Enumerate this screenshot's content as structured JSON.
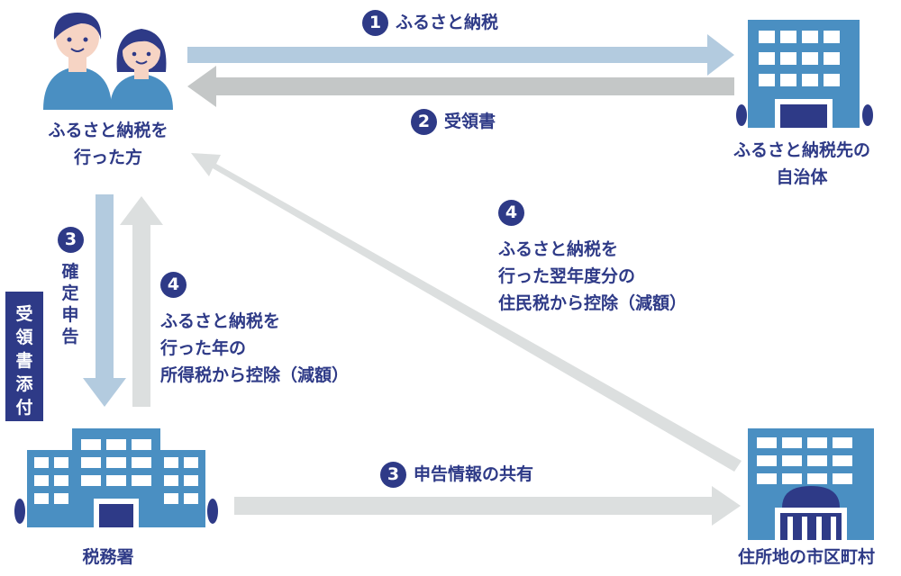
{
  "actors": {
    "donor": {
      "line1": "ふるさと納税を",
      "line2": "行った方"
    },
    "destination": {
      "line1": "ふるさと納税先の",
      "line2": "自治体"
    },
    "tax_office": {
      "label": "税務署"
    },
    "residence": {
      "label": "住所地の市区町村"
    }
  },
  "flows": {
    "f1": {
      "num": "1",
      "label": "ふるさと納税"
    },
    "f2": {
      "num": "2",
      "label": "受領書"
    },
    "f3a": {
      "num": "3",
      "label": "確定申告"
    },
    "f3b": {
      "num": "3",
      "label": "申告情報の共有"
    },
    "f4a": {
      "num": "4",
      "line1": "ふるさと納税を",
      "line2": "行った年の",
      "line3": "所得税から控除（減額）"
    },
    "f4b": {
      "num": "4",
      "line1": "ふるさと納税を",
      "line2": "行った翌年度分の",
      "line3": "住民税から控除（減額）"
    }
  },
  "attachment_tag": {
    "label": "受領書添付"
  },
  "colors": {
    "navy": "#2e3a87",
    "blue_arrow": "#b3cbdf",
    "gray_arrow": "#c9cccc",
    "light_arrow": "#dfe1e1",
    "building": "#4a8fc2",
    "skin": "#f6d4c4",
    "hair": "#2e3a87"
  }
}
